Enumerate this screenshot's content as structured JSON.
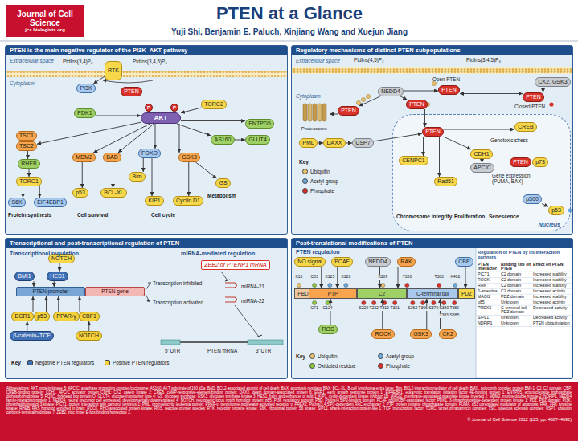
{
  "diagram": {
    "title": "PTEN at a Glance",
    "nodes": [
      {
        "text": [
          "Journal of Cell Science",
          "jcs.biologists.org"
        ]
      },
      {
        "text": [
          "PTEN is the main negative regulator of the PI3K–AKT pathway"
        ]
      },
      {
        "text": [
          "RTK"
        ],
        "in": 1
      },
      {
        "text": [
          "PI3K"
        ],
        "in": 1
      },
      {
        "text": [
          "PTEN"
        ],
        "in": 1
      },
      {
        "text": [
          "PDK1"
        ],
        "in": 1
      },
      {
        "text": [
          "TORC2"
        ],
        "in": 1
      },
      {
        "text": [
          "AKT"
        ],
        "in": 1
      },
      {
        "text": [
          "P"
        ],
        "in": 1
      },
      {
        "text": [
          "P"
        ],
        "in": 1
      },
      {
        "text": [
          "TSC1"
        ],
        "in": 1
      },
      {
        "text": [
          "TSC2"
        ],
        "in": 1
      },
      {
        "text": [
          "RHEB"
        ],
        "in": 1
      },
      {
        "text": [
          "TORC1"
        ],
        "in": 1
      },
      {
        "text": [
          "S6K"
        ],
        "in": 1
      },
      {
        "text": [
          "EIF4EBP1"
        ],
        "in": 1
      },
      {
        "text": [
          "MDM2"
        ],
        "in": 1
      },
      {
        "text": [
          "BAD"
        ],
        "in": 1
      },
      {
        "text": [
          "FOXO"
        ],
        "in": 1
      },
      {
        "text": [
          "GSK3"
        ],
        "in": 1
      },
      {
        "text": [
          "AS160"
        ],
        "in": 1
      },
      {
        "text": [
          "ENTPD5"
        ],
        "in": 1
      },
      {
        "text": [
          "GLUT4"
        ],
        "in": 1
      },
      {
        "text": [
          "p53"
        ],
        "in": 1
      },
      {
        "text": [
          "BCL-XL"
        ],
        "in": 1
      },
      {
        "text": [
          "Bim"
        ],
        "in": 1
      },
      {
        "text": [
          "KIP1"
        ],
        "in": 1
      },
      {
        "text": [
          "Cyclin D1"
        ],
        "in": 1
      },
      {
        "text": [
          "GS"
        ],
        "in": 1
      },
      {
        "text": [
          "Regulatory mechanisms of distinct PTEN subpopulations"
        ]
      },
      {
        "text": [
          "Proteasome"
        ],
        "in": 29
      },
      {
        "text": [
          "PTEN"
        ],
        "in": 29
      },
      {
        "text": [
          "NEDD4"
        ],
        "in": 29
      },
      {
        "text": [
          "PTEN"
        ],
        "in": 29
      },
      {
        "text": [
          "PTEN"
        ],
        "in": 29
      },
      {
        "text": [
          "CK2, GSK3"
        ],
        "in": 29
      },
      {
        "text": [
          "PTEN"
        ],
        "in": 29
      },
      {
        "text": [
          "PML"
        ],
        "in": 29
      },
      {
        "text": [
          "DAXX"
        ],
        "in": 29
      },
      {
        "text": [
          "USP7"
        ],
        "in": 29
      },
      {
        "text": [
          "Nucleus"
        ],
        "in": 29
      },
      {
        "text": [
          "PTEN"
        ],
        "in": 40
      },
      {
        "text": [
          "CREB"
        ],
        "in": 40
      },
      {
        "text": [
          "CENPC1"
        ],
        "in": 40
      },
      {
        "text": [
          "CDH1"
        ],
        "in": 40
      },
      {
        "text": [
          "APC/C"
        ],
        "in": 40
      },
      {
        "text": [
          "Rad51"
        ],
        "in": 40
      },
      {
        "text": [
          "PTEN"
        ],
        "in": 40
      },
      {
        "text": [
          "p73"
        ],
        "in": 40
      },
      {
        "text": [
          "p300"
        ],
        "in": 40
      },
      {
        "text": [
          "p53"
        ],
        "in": 40
      },
      {
        "text": [
          "Transcriptional and post-transcriptional regulation of PTEN"
        ]
      },
      {
        "text": [
          "NOTCH"
        ],
        "in": 51
      },
      {
        "text": [
          "BMI1"
        ],
        "in": 51
      },
      {
        "text": [
          "HES1"
        ],
        "in": 51
      },
      {
        "text": [
          "PTEN promoter"
        ],
        "in": 51
      },
      {
        "text": [
          "PTEN gene"
        ],
        "in": 51
      },
      {
        "text": [
          "EGR1"
        ],
        "in": 51
      },
      {
        "text": [
          "p53"
        ],
        "in": 51
      },
      {
        "text": [
          "PPAR-γ"
        ],
        "in": 51
      },
      {
        "text": [
          "CBF1"
        ],
        "in": 51
      },
      {
        "text": [
          "β-catenin–TCF"
        ],
        "in": 51
      },
      {
        "text": [
          "NOTCH"
        ],
        "in": 51
      },
      {
        "text": [
          "ZEB2 or PTENP1 mRNA"
        ],
        "in": 51
      },
      {
        "text": [
          "Post-translational modifications of PTEN"
        ]
      },
      {
        "text": [
          "NO signal"
        ],
        "in": 64
      },
      {
        "text": [
          "PCAF"
        ],
        "in": 64
      },
      {
        "text": [
          "NEDD4"
        ],
        "in": 64
      },
      {
        "text": [
          "RAK"
        ],
        "in": 64
      },
      {
        "text": [
          "CBP"
        ],
        "in": 64
      },
      {
        "text": [
          "PBD"
        ],
        "in": 64
      },
      {
        "text": [
          "PTP"
        ],
        "in": 64
      },
      {
        "text": [
          "C2"
        ],
        "in": 64
      },
      {
        "text": [
          "C-terminal tail"
        ],
        "in": 64
      },
      {
        "text": [
          "PDZ"
        ],
        "in": 64
      },
      {
        "text": [
          "ROS"
        ],
        "in": 64
      },
      {
        "text": [
          "ROCK"
        ],
        "in": 64
      },
      {
        "text": [
          "GSK3"
        ],
        "in": 64
      },
      {
        "text": [
          "CK2"
        ],
        "in": 64
      },
      {
        "text": [
          "Abbreviations: AKT, protein kinase B; APC/C, anaphase promoting complex/cyclosome; AS160, AKT substrate of 160 kDa; BAD, BCL2-associated agonist of cell death; BAX, apoptosis regulator BAX; BCL-XL, B-cell lymphoma-extra large; Bim, BCL2-interacting mediator of cell death; BMI1, polycomb complex protein BMI-1; C2, C2 domain; CBP, CREB-binding protein; CDH1, APC/C activator protein CDH1; CK2, casein kinase 2; CREB, cAMP-responsive-element-binding protein; DAXX, death domain-associated protein 6; EGR1, early growth response protein 1; EIF4EBP1, eukaryotic translation initiation factor 4E-binding protein 1; ENTPD5, ectonucleoside triphosphate diphosphohydrolase 5; FOXO, forkhead box protein O; GLUT4, glucose transporter type 4; GS, glycogen synthase; GSK3, glycogen synthase kinase 3; HES1, hairy and enhancer of split 1; KIP1, cyclin-dependent kinase inhibitor 1B; MAGI2, membrane-associated guanylate kinase inverted 2; MDM2, murine double minute 2; NDFIP1, NEDD4 family-interacting protein 1; NEDD4, neural precursor cell expressed, developmentally downregulated 4; NOTCH, neurogenic locus notch homolog protein; p85, PI3K regulatory subunit; PBD, PtdIns(4,5)P2-binding domain; PCAF, p300/CBP-associated factor; PDK1, 3-phosphoinositide-dependent protein kinase 1; PDZ, PDZ domain; PI3K, phosphatidylinositol 3-kinase; PICT1, protein interacting with carboxyl terminus 1; PML, promyelocytic leukemia protein; PPAR-γ, peroxisome proliferator-activated receptor γ; PREX2, PtdIns(3,4,5)P3-dependent RAC exchanger 2; PTP, protein tyrosine phosphatase domain; PUMA, p53 upregulated modulator of apoptosis; RAK, FRK tyrosine kinase; RHEB, RAS homolog enriched in brain; ROCK, RHO-associated protein kinase; ROS, reactive oxygen species; RTK, receptor tyrosine kinase; S6K, ribosomal protein S6 kinase; SIPL1, shank-interacting protein-like 1; TCF, transcription factor; TORC, target of rapamycin complex; TSC, tuberous sclerosis complex; USP7, ubiquitin carboxyl-terminal hydrolase 7; ZEB2, zinc finger E-box-binding homeobox 2.",
          "© Journal of Cell Science 2012 (125, pp. 4687–4692)"
        ]
      }
    ],
    "edges": [
      {
        "from": 2,
        "to": 3,
        "arrow": "to"
      },
      {
        "from": 5,
        "to": 7,
        "arrow": "to"
      },
      {
        "from": 6,
        "to": 7,
        "arrow": "to"
      },
      {
        "from": 7,
        "to": 11,
        "arrow": "to"
      },
      {
        "from": 11,
        "to": 12,
        "arrow": "to"
      },
      {
        "from": 12,
        "to": 13,
        "arrow": "to"
      },
      {
        "from": 13,
        "to": 14,
        "arrow": "to"
      },
      {
        "from": 13,
        "to": 15,
        "arrow": "to"
      },
      {
        "from": 7,
        "to": 16,
        "arrow": "to"
      },
      {
        "from": 7,
        "to": 17,
        "arrow": "to"
      },
      {
        "from": 7,
        "to": 18,
        "arrow": "to"
      },
      {
        "from": 7,
        "to": 19,
        "arrow": "to"
      },
      {
        "from": 7,
        "to": 20,
        "arrow": "to"
      },
      {
        "from": 7,
        "to": 21,
        "arrow": "to"
      },
      {
        "from": 20,
        "to": 22,
        "arrow": "to"
      },
      {
        "from": 16,
        "to": 23,
        "arrow": "to"
      },
      {
        "from": 17,
        "to": 24,
        "arrow": "to"
      },
      {
        "from": 18,
        "to": 25,
        "arrow": "to"
      },
      {
        "from": 18,
        "to": 26,
        "arrow": "to"
      },
      {
        "from": 19,
        "to": 27,
        "arrow": "to"
      },
      {
        "from": 19,
        "to": 28,
        "arrow": "to"
      },
      {
        "from": 32,
        "to": 33,
        "arrow": "to"
      },
      {
        "from": 33,
        "to": 34,
        "arrow": "both"
      },
      {
        "from": 35,
        "to": 34,
        "arrow": "to"
      },
      {
        "from": 32,
        "to": 31,
        "arrow": "to"
      },
      {
        "from": 31,
        "to": 30,
        "arrow": "to"
      },
      {
        "from": 32,
        "to": 36,
        "arrow": "to"
      },
      {
        "from": 36,
        "to": 41,
        "arrow": "to"
      },
      {
        "from": 37,
        "to": 38,
        "arrow": "to"
      },
      {
        "from": 38,
        "to": 39,
        "arrow": "to"
      },
      {
        "from": 39,
        "to": 41,
        "arrow": "to"
      },
      {
        "from": 41,
        "to": 42,
        "arrow": "to"
      },
      {
        "from": 41,
        "to": 43,
        "arrow": "to"
      },
      {
        "from": 41,
        "to": 46,
        "arrow": "to"
      },
      {
        "from": 41,
        "to": 44,
        "arrow": "to"
      },
      {
        "from": 44,
        "to": 45,
        "arrow": "to"
      },
      {
        "from": 49,
        "to": 50,
        "arrow": "to"
      },
      {
        "from": 52,
        "to": 54,
        "arrow": "to"
      },
      {
        "from": 53,
        "to": 55,
        "arrow": "to"
      },
      {
        "from": 54,
        "to": 55,
        "arrow": "to"
      },
      {
        "from": 57,
        "to": 55,
        "arrow": "to"
      },
      {
        "from": 58,
        "to": 55,
        "arrow": "to"
      },
      {
        "from": 59,
        "to": 55,
        "arrow": "to"
      },
      {
        "from": 60,
        "to": 55,
        "arrow": "to"
      },
      {
        "from": 61,
        "to": 57,
        "arrow": "to"
      },
      {
        "from": 62,
        "to": 60,
        "arrow": "to"
      },
      {
        "from": 65,
        "to": 71,
        "arrow": "to"
      },
      {
        "from": 66,
        "to": 71,
        "arrow": "to"
      },
      {
        "from": 67,
        "to": 72,
        "arrow": "to"
      },
      {
        "from": 68,
        "to": 72,
        "arrow": "to"
      },
      {
        "from": 69,
        "to": 74,
        "arrow": "to"
      },
      {
        "from": 75,
        "to": 71,
        "arrow": "to"
      },
      {
        "from": 76,
        "to": 72,
        "arrow": "to"
      },
      {
        "from": 77,
        "to": 73,
        "arrow": "to"
      },
      {
        "from": 78,
        "to": 73,
        "arrow": "to"
      }
    ],
    "labels": [
      "Yuji Shi, Benjamin E. Paluch, Xinjiang Wang and Xuejun Jiang",
      "Extracellular space",
      "Cytoplasm",
      "PtdIns(3,4)P₂",
      "PtdIns(3,4,5)P₃",
      "Protein synthesis",
      "Cell survival",
      "Cell cycle",
      "Metabolism",
      "Extracellular space",
      "Cytoplasm",
      "PtdIns(4,5)P₂",
      "PtdIns(3,4,5)P₃",
      "Open PTEN",
      "Closed PTEN",
      "Key",
      "Genotoxic stress",
      "Chromosome integrity",
      "Proliferation",
      "Senescence",
      "Gene expression (PUMA, BAX)",
      "Transcriptional regulation",
      "miRNA-mediated regulation",
      "Transcription inhibited",
      "Transcription activated",
      "Key",
      "miRNA-21",
      "miRNA-22",
      "5′ UTR",
      "PTEN mRNA",
      "3′ UTR",
      "PTEN regulation",
      "K13",
      "C83",
      "K125",
      "K128",
      "K289",
      "Y336",
      "T383",
      "K402",
      "C71",
      "C124",
      "S229",
      "T232",
      "T319",
      "T321",
      "S362",
      "T366",
      "S370",
      "S380",
      "T382",
      "T383",
      "S385",
      "Key",
      "Regulation of PTEN by its interaction partners",
      "PTEN interactor",
      "Binding site on PTEN",
      "Effect on PTEN",
      "PICT1",
      "C2 domain",
      "Increased stability",
      "ROCK",
      "C2 domain",
      "Increased stability",
      "RAK",
      "C2 domain",
      "Increased stability",
      "β-arrestins",
      "C2 domain",
      "Increased activity",
      "MAGI2",
      "PDZ domain",
      "Increased stability",
      "p85",
      "Unknown",
      "Increased activity",
      "PREX2",
      "C-terminal tail, PDZ domain",
      "Decreased activity",
      "SIPL1",
      "Unknown",
      "Decreased activity",
      "NDFIP1",
      "Unknown",
      "PTEN ubiquitylation"
    ],
    "legend": [
      {
        "text": "Ubiquitin",
        "color": "#e8c070"
      },
      {
        "text": "Acetyl group",
        "color": "#6fa8dc"
      },
      {
        "text": "Phosphate",
        "color": "#d7312a"
      },
      {
        "text": "Negative PTEN regulators",
        "color": "#3f6fb5"
      },
      {
        "text": "Positive PTEN regulators",
        "color": "#f6d23a"
      },
      {
        "text": "Ubiquitin",
        "color": "#e8c070"
      },
      {
        "text": "Oxidated residue",
        "color": "#8cc63f"
      },
      {
        "text": "Acetyl group",
        "color": "#6fa8dc"
      },
      {
        "text": "Phosphate",
        "color": "#d7312a"
      }
    ]
  }
}
